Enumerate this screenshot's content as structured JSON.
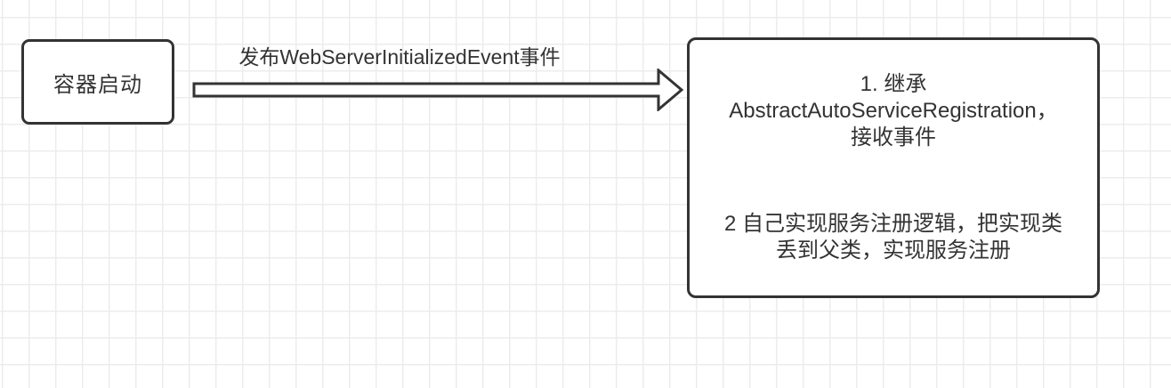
{
  "diagram": {
    "left_node": {
      "label": "容器启动"
    },
    "arrow": {
      "label": "发布WebServerInitializedEvent事件",
      "direction": "right"
    },
    "right_node": {
      "item1_lines": [
        "1. 继承",
        "AbstractAutoServiceRegistration，",
        "接收事件"
      ],
      "item2_lines": [
        "2 自己实现服务注册逻辑，把实现类",
        "丢到父类，实现服务注册"
      ]
    },
    "colors": {
      "stroke": "#333333",
      "text": "#333333",
      "node_fill": "#ffffff",
      "grid_line": "#ececec",
      "background": "#ffffff"
    }
  }
}
